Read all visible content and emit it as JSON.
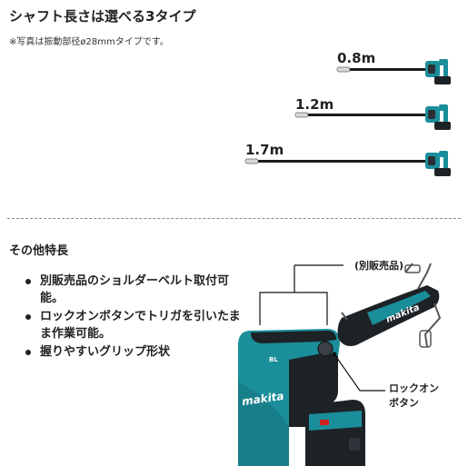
{
  "header": {
    "title": "シャフト長さは選べる3タイプ",
    "note": "※写真は振動部径ø28mmタイプです。"
  },
  "shaft_options": [
    {
      "label": "0.8m"
    },
    {
      "label": "1.2m"
    },
    {
      "label": "1.7m"
    }
  ],
  "other_features": {
    "title": "その他特長",
    "items": [
      "別販売品のショルダーベルト取付可能。",
      "ロックオンボタンでトリガを引いたまま作業可能。",
      "握りやすいグリップ形状"
    ]
  },
  "callouts": {
    "sold_separately": "(別販売品)",
    "lock_on_line1": "ロックオン",
    "lock_on_line2": "ボタン"
  },
  "brand": {
    "logo_text": "makita",
    "strap_logo_text": "makita",
    "tool_small_text": "BL",
    "teal": "#1a8e9a",
    "dark": "#1d2226"
  }
}
